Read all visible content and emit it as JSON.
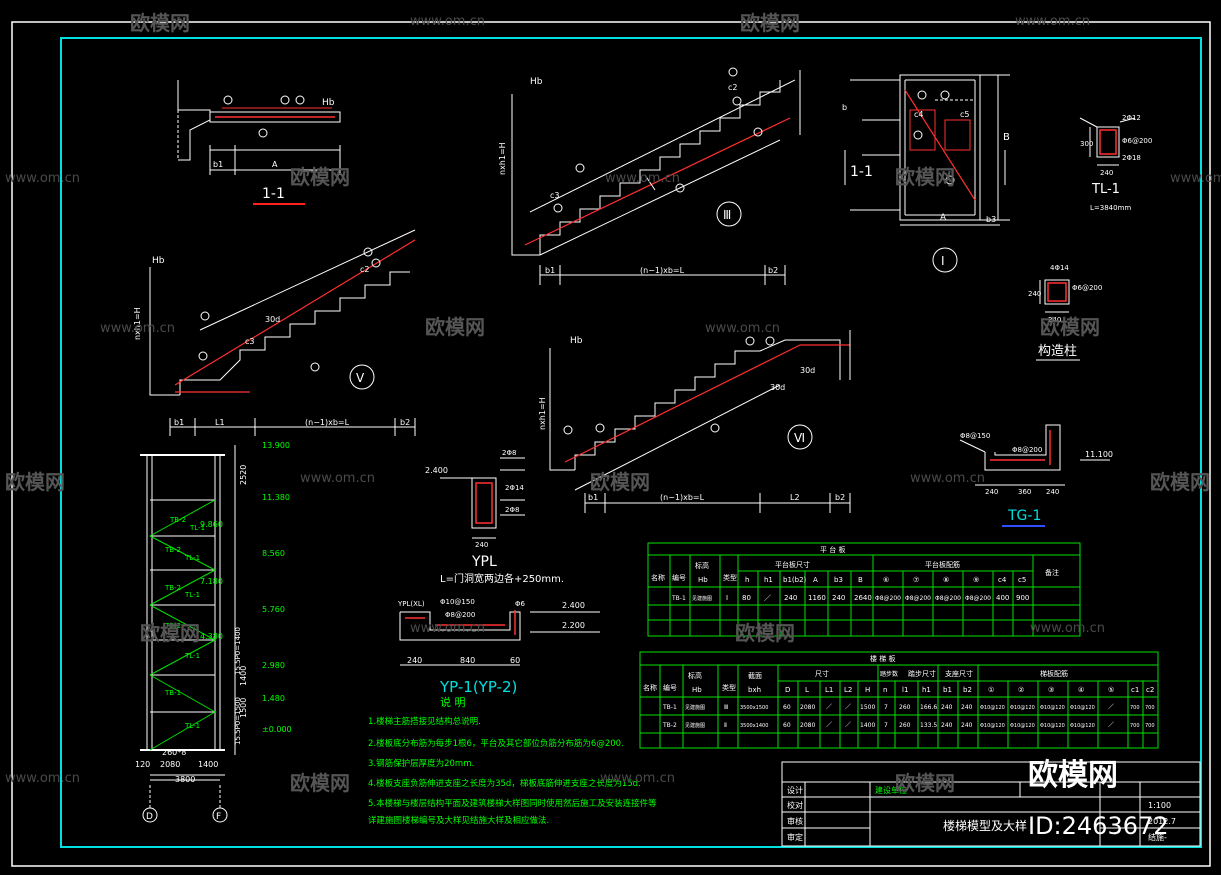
{
  "watermark": {
    "brand": "欧模网",
    "url": "www.om.cn",
    "id": "ID:2463672"
  },
  "sections": {
    "s11": "1-1",
    "tl1_title": "TL-1",
    "tl1_len": "L=3840mm",
    "tl1_d1": "2Φ12",
    "tl1_d2": "Φ6@200",
    "tl1_d3": "2Φ18",
    "tl1_w": "240",
    "tl1_h": "300",
    "gzz_title": "构造柱",
    "gzz_d1": "4Φ14",
    "gzz_d2": "Φ6@200",
    "gzz_w": "240",
    "gzz_h": "240",
    "tg1_title": "TG-1",
    "tg1_d1": "Φ8@150",
    "tg1_d2": "Φ8@200",
    "tg1_elev": "11.100",
    "tg1_dims": [
      "240",
      "360",
      "240"
    ],
    "ypl_title": "YPL",
    "ypl_len": "L=门洞宽两边各+250mm.",
    "ypl_elev": "2.400",
    "ypl_d": [
      "2Φ8",
      "2Φ14",
      "2Φ8"
    ],
    "ypl_w": "240",
    "yp1_title": "YP-1(YP-2)",
    "yp1_ypl": "YPL(XL)",
    "yp1_d1": "Φ10@150",
    "yp1_d2": "Φ8@200",
    "yp1_d3": "Φ6",
    "yp1_e1": "2.400",
    "yp1_e2": "2.200",
    "yp1_dims": [
      "240",
      "840",
      "60"
    ],
    "roman": [
      "Ⅲ",
      "Ⅰ",
      "Ⅴ",
      "Ⅵ"
    ],
    "dim_nh": "nxh1=H",
    "dim_nl": "(n−1)xb=L",
    "hb": "Hb",
    "b1": "b1",
    "b2": "b2",
    "b3": "b3",
    "L1": "L1",
    "L2": "L2",
    "A": "A",
    "B": "B",
    "b": "b",
    "d30": "30d",
    "c2": "c2",
    "c3": "c3",
    "c4": "c4",
    "c5": "c5"
  },
  "elevation": {
    "levels": [
      "13.900",
      "11.380",
      "9.860",
      "8.560",
      "7.180",
      "5.760",
      "4.380",
      "2.980",
      "1.480",
      "±0.000"
    ],
    "heights": [
      "2520",
      "1400",
      "1500"
    ],
    "flights": [
      "TB-2",
      "TL-1",
      "TB-2",
      "TL-1",
      "TB-2",
      "TL-1",
      "TB-2",
      "TL-1",
      "TB-1",
      "TL-1"
    ],
    "stair": "260*8",
    "dims": [
      "120",
      "2080",
      "1400"
    ],
    "total": "3800",
    "axes": [
      "D",
      "F"
    ],
    "side_dims": [
      "15.5P0=1400",
      "15.5P0=1500"
    ]
  },
  "notes": {
    "title": "说    明",
    "items": [
      "1.楼梯主筋搭接见结构总说明.",
      "2.楼板底分布筋为每步1根6，平台及其它部位负筋分布筋为6@200.",
      "3.钢筋保护层厚度为20mm.",
      "4.楼板支座负筋伸进支座之长度为35d，梯板底筋伸进支座之长度为15d.",
      "5.本楼梯与楼层结构平面及建筑楼梯大样图同时使用然后施工及安装连接件等",
      "  详建施图楼梯编号及大样见结施大样及相应做法."
    ]
  },
  "table_pt": {
    "title": "平    台    板",
    "h1": [
      "名称",
      "编号",
      "标高",
      "类型",
      "平台板尺寸",
      "平台板配筋",
      "备注"
    ],
    "h2": [
      "Hb",
      "h",
      "h1",
      "b1(b2)",
      "A",
      "b3",
      "B",
      "⑥",
      "⑦",
      "⑧",
      "⑨",
      "c4",
      "c5"
    ],
    "row": [
      "TB-1",
      "见建施图",
      "",
      "Ⅰ",
      "80",
      "／",
      "240",
      "1160",
      "240",
      "2640",
      "Φ8@200",
      "Φ8@200",
      "Φ8@200",
      "Φ8@200",
      "400",
      "900",
      ""
    ]
  },
  "table_tb": {
    "title": "楼    梯    板",
    "h1": [
      "名称",
      "编号",
      "标高",
      "类型",
      "截面",
      "尺寸",
      "踏步数",
      "踏步尺寸",
      "支座尺寸",
      "梯板配筋"
    ],
    "h2": [
      "Hb",
      "bxh",
      "D",
      "L",
      "L1",
      "L2",
      "H",
      "n",
      "l1",
      "h1",
      "b1",
      "b2",
      "①",
      "②",
      "③",
      "④",
      "⑤",
      "c1",
      "c2"
    ],
    "rows": [
      [
        "TB-1",
        "见建施图",
        "Ⅲ",
        "3500x1500",
        "60",
        "2080",
        "／",
        "／",
        "1500",
        "7",
        "260",
        "166.6",
        "240",
        "240",
        "Φ10@120",
        "Φ10@120",
        "Φ10@120",
        "Φ10@120",
        "／",
        "700",
        "700"
      ],
      [
        "TB-2",
        "见建施图",
        "Ⅱ",
        "3500x1400",
        "60",
        "2080",
        "／",
        "／",
        "1400",
        "7",
        "260",
        "133.5",
        "240",
        "240",
        "Φ10@120",
        "Φ10@120",
        "Φ10@120",
        "Φ10@120",
        "／",
        "700",
        "700"
      ]
    ]
  },
  "titleblock": {
    "rows": [
      "设计",
      "校对",
      "审核",
      "审定"
    ],
    "project": "建设单位",
    "drawing": "楼梯模型及大样",
    "scale": "1:100",
    "date": "2012.7",
    "no": "结施-",
    "brand": "欧模网"
  }
}
